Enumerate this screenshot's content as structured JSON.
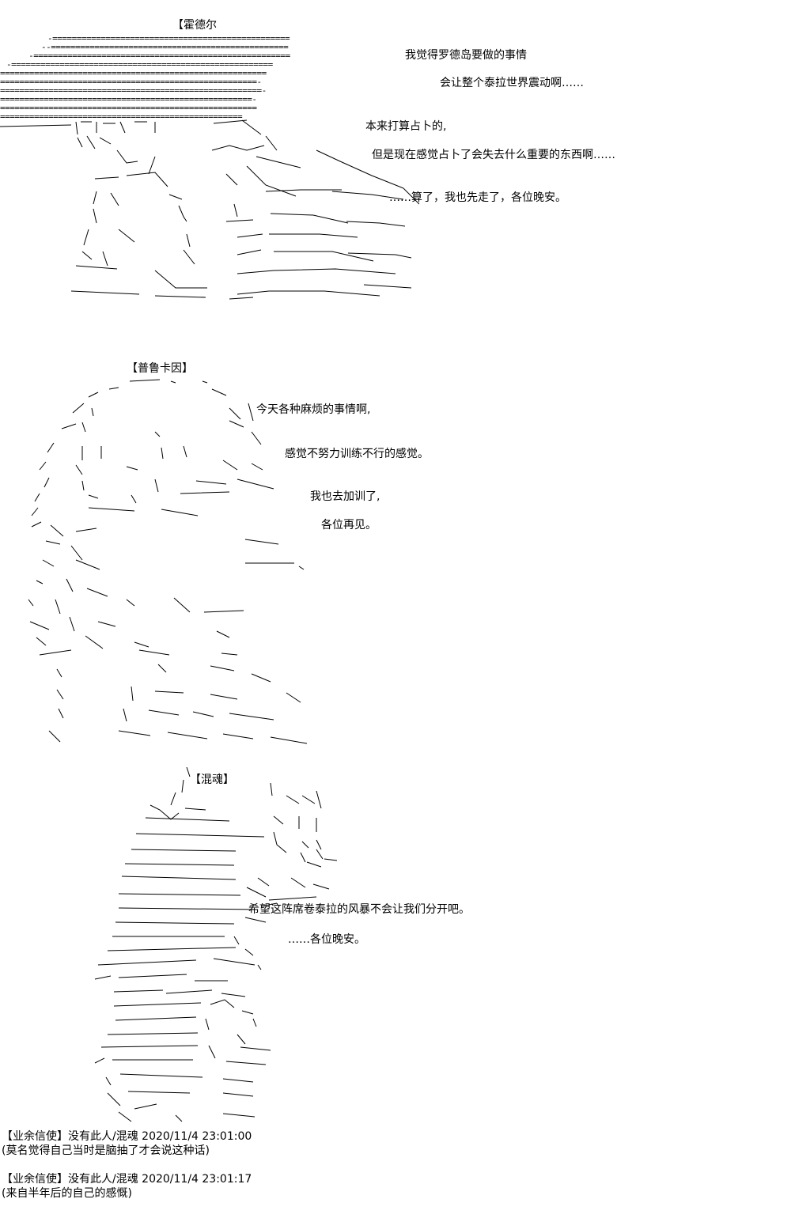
{
  "section1": {
    "name": "【霍德尔",
    "lines": [
      "我觉得罗德岛要做的事情",
      "会让整个泰拉世界震动啊……",
      "本来打算占卜的,",
      "但是现在感觉占卜了会失去什么重要的东西啊……",
      "……算了，我也先走了，各位晚安。"
    ]
  },
  "section2": {
    "name": "【普鲁卡因】",
    "lines": [
      "今天各种麻烦的事情啊,",
      "感觉不努力训练不行的感觉。",
      "我也去加训了,",
      "各位再见。"
    ]
  },
  "section3": {
    "name": "【混魂】",
    "lines": [
      "希望这阵席卷泰拉的风暴不会让我们分开吧。",
      "……各位晚安。"
    ]
  },
  "comments": [
    {
      "header": "【业余信使】没有此人/混魂 2020/11/4 23:01:00",
      "text": "(莫名觉得自己当时是脑抽了才会说这种话)"
    },
    {
      "header": "【业余信使】没有此人/混魂 2020/11/4 23:01:17",
      "text": "(来自半年后的自己的感慨)"
    }
  ]
}
